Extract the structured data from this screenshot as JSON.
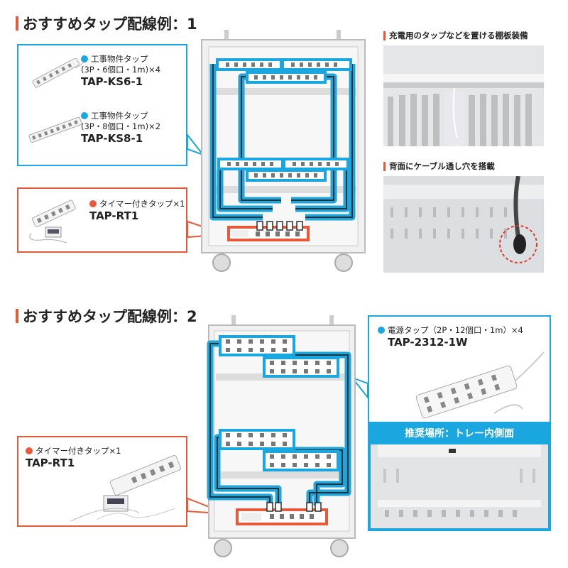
{
  "colors": {
    "accent_orange": "#e8593a",
    "accent_blue": "#1aa6df",
    "frame_gray": "#c8c8c8",
    "cable_dark": "#2d2d2d"
  },
  "section1": {
    "title": "おすすめタップ配線例：1",
    "items": [
      {
        "name": "工事物件タップ",
        "spec": "(3P・6個口・1m)×4",
        "model": "TAP-KS6-1"
      },
      {
        "name": "工事物件タップ",
        "spec": "(3P・8個口・1m)×2",
        "model": "TAP-KS8-1"
      }
    ],
    "timer": {
      "name": "タイマー付きタップ",
      "qty": "×1",
      "model": "TAP-RT1"
    },
    "photo1_caption": "充電用のタップなどを置ける棚板装備",
    "photo2_caption": "背面にケーブル通し穴を搭載"
  },
  "section2": {
    "title": "おすすめタップ配線例：2",
    "item": {
      "name": "電源タップ（2P・12個口・1m）×4",
      "model": "TAP-2312-1W"
    },
    "timer": {
      "name": "タイマー付きタップ",
      "qty": "×1",
      "model": "TAP-RT1"
    },
    "banner": "推奨場所：トレー内側面"
  },
  "icons": [
    "power-strip-icon",
    "timer-strip-icon",
    "cart-wheel-icon",
    "cable-hole-marker-icon"
  ]
}
